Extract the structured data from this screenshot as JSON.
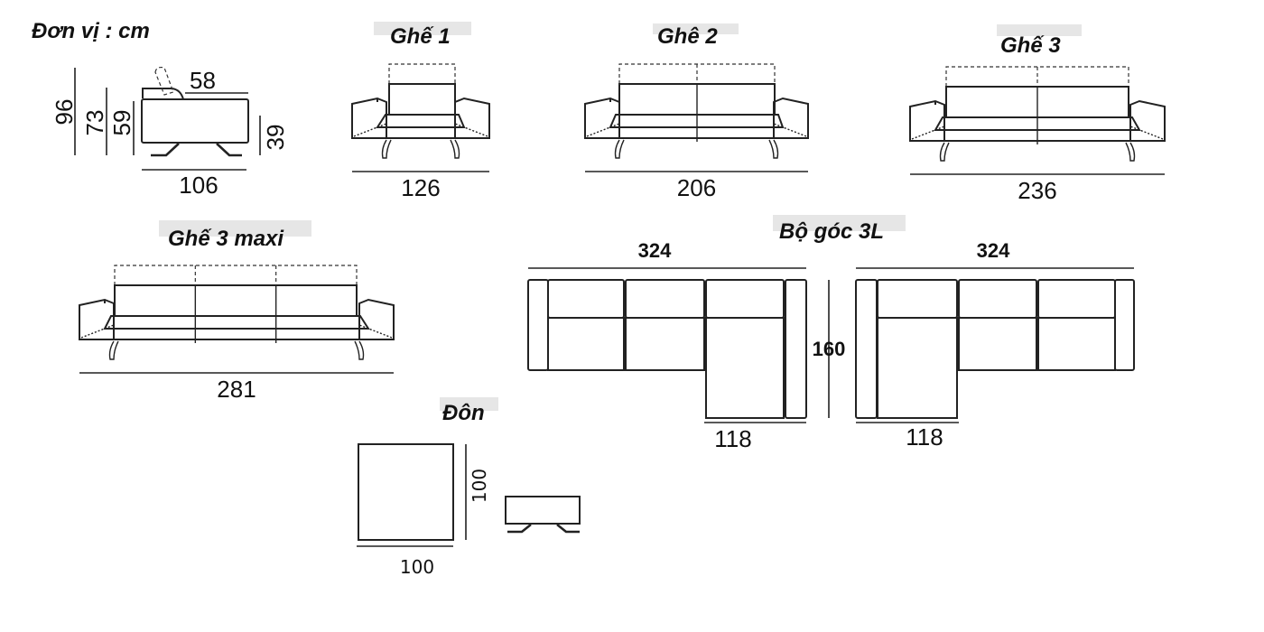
{
  "unit_label": "Đơn vị : cm",
  "side_view": {
    "dims": {
      "total_height": "96",
      "arm_height": "73",
      "back_height": "59",
      "seat_height": "39",
      "seat_depth": "58",
      "depth": "106"
    }
  },
  "models": [
    {
      "id": "ghe1",
      "title": "Ghế 1",
      "width": "126",
      "seats": 1
    },
    {
      "id": "ghe2",
      "title": "Ghê 2",
      "width": "206",
      "seats": 2
    },
    {
      "id": "ghe3",
      "title": "Ghế 3",
      "width": "236",
      "seats": 2
    },
    {
      "id": "ghe3maxi",
      "title": "Ghế 3 maxi",
      "width": "281",
      "seats": 3
    }
  ],
  "corner": {
    "title": "Bộ góc 3L",
    "width_left": "324",
    "width_right": "324",
    "depth": "160",
    "chaise_left": "118",
    "chaise_right": "118"
  },
  "ottoman": {
    "title": "Đôn",
    "width": "100",
    "depth": "100"
  }
}
